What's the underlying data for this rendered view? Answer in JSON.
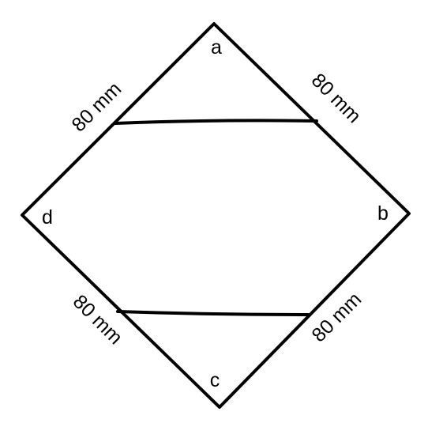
{
  "vertices": {
    "a": "a",
    "b": "b",
    "c": "c",
    "d": "d"
  },
  "dimensions": {
    "top_left": "80 mm",
    "top_right": "80 mm",
    "bottom_left": "80 mm",
    "bottom_right": "80 mm"
  }
}
